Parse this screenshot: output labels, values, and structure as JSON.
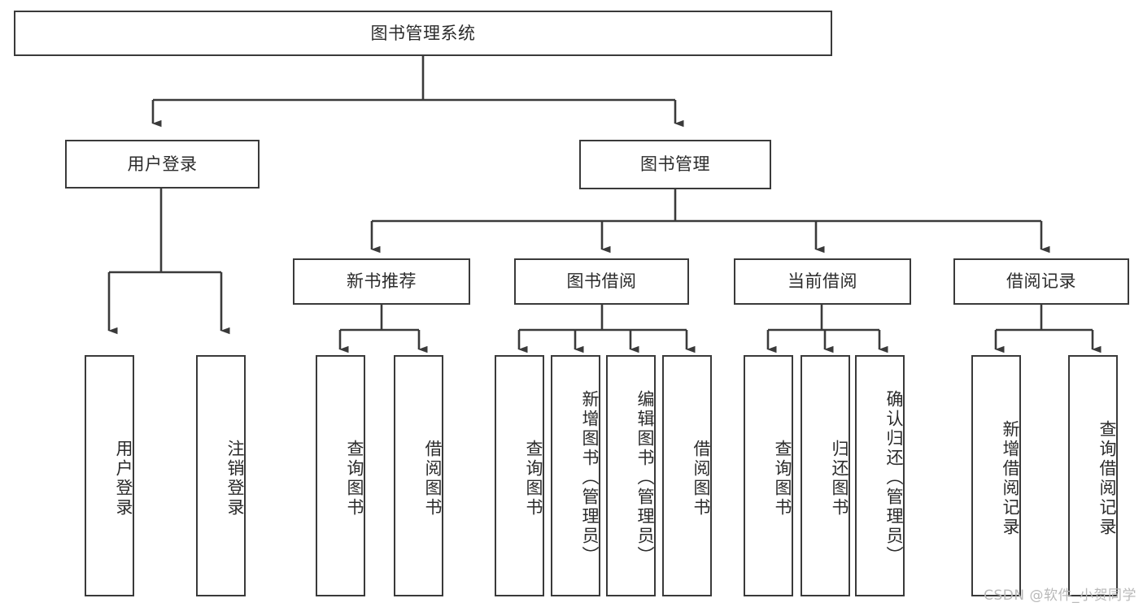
{
  "diagram": {
    "type": "tree-hierarchy",
    "title": "图书管理系统",
    "watermark": "CSDN @软件_小贺同学",
    "colors": {
      "box_border": "#3a3a3a",
      "box_fill": "#ffffff",
      "connector": "#3a3a3a",
      "text": "#2b2b2b",
      "watermark": "#b9b9b9"
    },
    "nodes": {
      "root": {
        "label": "图书管理系统"
      },
      "level1": [
        {
          "label": "用户登录"
        },
        {
          "label": "图书管理"
        }
      ],
      "level2": [
        {
          "label": "新书推荐"
        },
        {
          "label": "图书借阅"
        },
        {
          "label": "当前借阅"
        },
        {
          "label": "借阅记录"
        }
      ],
      "leaves": {
        "user_login": [
          {
            "label": "用户登录"
          },
          {
            "label": "注销登录"
          }
        ],
        "new_book_recommend": [
          {
            "label": "查询图书"
          },
          {
            "label": "借阅图书"
          }
        ],
        "book_borrow": [
          {
            "label": "查询图书"
          },
          {
            "label": "新增图书（管理员）"
          },
          {
            "label": "编辑图书（管理员）"
          },
          {
            "label": "借阅图书"
          }
        ],
        "current_borrow": [
          {
            "label": "查询图书"
          },
          {
            "label": "归还图书"
          },
          {
            "label": "确认归还（管理员）"
          }
        ],
        "borrow_record": [
          {
            "label": "新增借阅记录"
          },
          {
            "label": "查询借阅记录"
          }
        ]
      }
    }
  }
}
